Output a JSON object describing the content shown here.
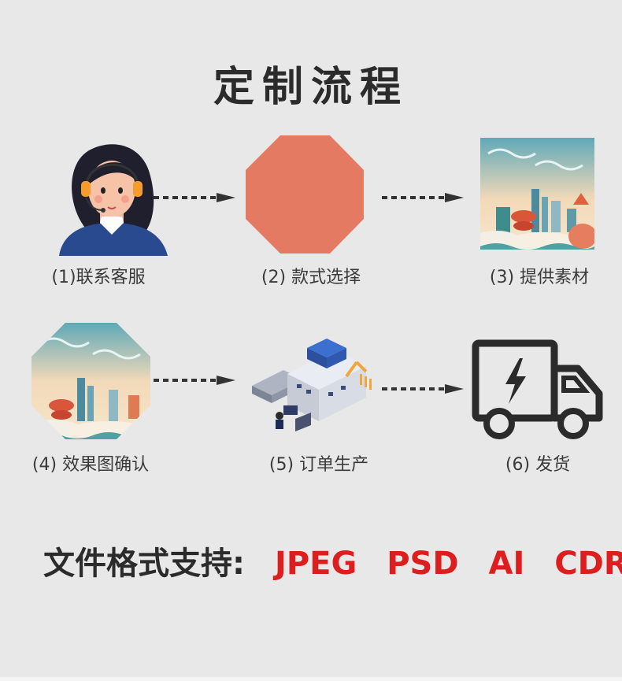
{
  "title": "定制流程",
  "steps": [
    {
      "label": "(1)联系客服",
      "icon": "customer-service-icon"
    },
    {
      "label": "(2) 款式选择",
      "icon": "octagon-shape-icon"
    },
    {
      "label": "(3) 提供素材",
      "icon": "city-illustration-icon"
    },
    {
      "label": "(4) 效果图确认",
      "icon": "octagon-city-illustration-icon"
    },
    {
      "label": "(5) 订单生产",
      "icon": "factory-machine-icon"
    },
    {
      "label": "(6) 发货",
      "icon": "delivery-truck-icon"
    }
  ],
  "formats": {
    "lead": "文件格式支持:",
    "items": [
      "JPEG",
      "PSD",
      "AI",
      "CDR"
    ]
  },
  "colors": {
    "background": "#e8e8e8",
    "accent_red": "#dd1e1e",
    "octagon": "#e47a61",
    "dark_text": "#2b2b2b"
  }
}
